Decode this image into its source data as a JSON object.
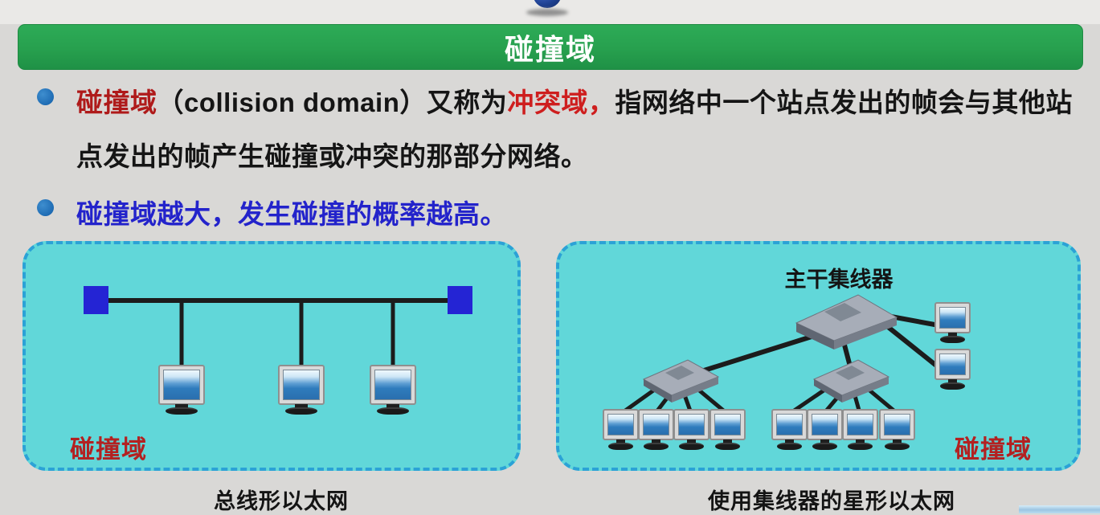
{
  "title": "碰撞域",
  "bullets": {
    "b1": {
      "seg1": "碰撞域",
      "seg2": "（collision domain）又称为",
      "seg3": "冲突域，",
      "seg4": "指网络中一个站点发出的帧会与其他站点发出的帧产生碰撞或冲突的那部分网络。"
    },
    "b2": "碰撞域越大，发生碰撞的概率越高。"
  },
  "left_panel": {
    "domain_label": "碰撞域",
    "caption": "总线形以太网"
  },
  "right_panel": {
    "hub_label": "主干集线器",
    "domain_label": "碰撞域",
    "caption": "使用集线器的星形以太网"
  },
  "colors": {
    "title_bar_green": "#27a04e",
    "panel_fill_cyan": "#61d7d9",
    "panel_border_blue": "#2ba2d6",
    "accent_dark_red": "#af1a1a",
    "accent_bright_red": "#ce1e1e",
    "bullet_blue_text": "#2323cb",
    "bus_terminator_blue": "#2424d4"
  }
}
